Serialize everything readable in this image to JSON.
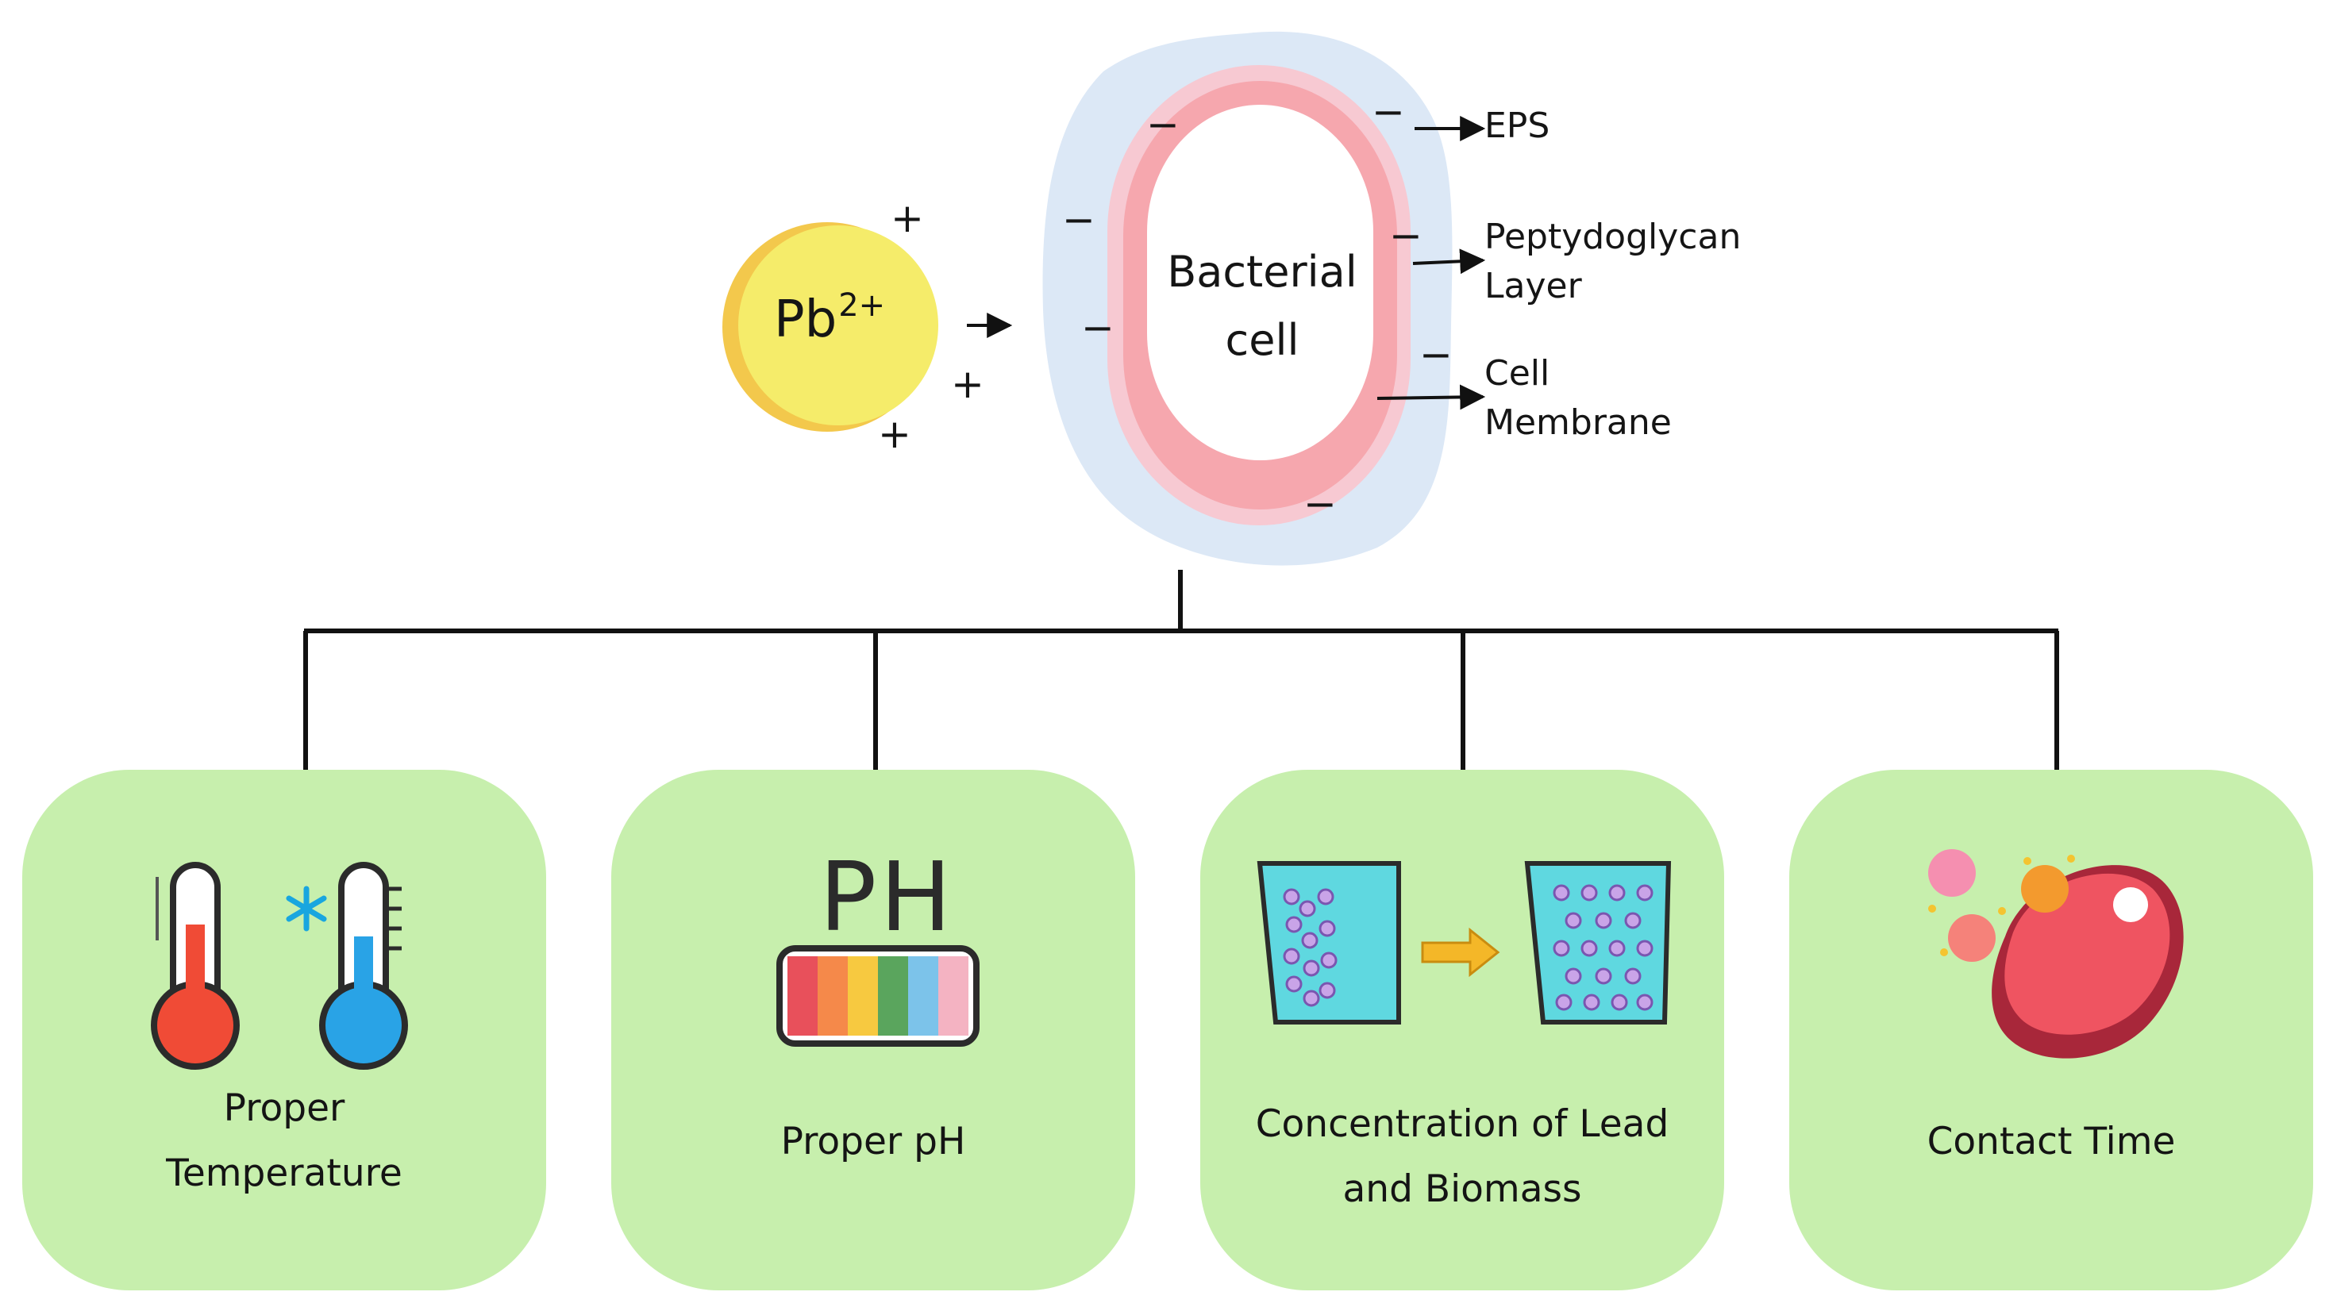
{
  "ion": {
    "symbol": "Pb",
    "charge": "2+",
    "charge_signs": [
      "+",
      "+",
      "+"
    ]
  },
  "cell": {
    "label_line1": "Bacterial",
    "label_line2": "cell",
    "negative_sign": "−",
    "layers": {
      "eps": "EPS",
      "peptidoglycan_line1": "Peptydoglycan",
      "peptidoglycan_line2": "Layer",
      "membrane_line1": "Cell",
      "membrane_line2": "Membrane"
    }
  },
  "factors": [
    {
      "line1": "Proper",
      "line2": "Temperature",
      "icon": "thermometer-icon"
    },
    {
      "line1": "Proper pH",
      "line2": "",
      "icon": "ph-scale-icon",
      "icon_text": "PH"
    },
    {
      "line1": "Concentration of Lead",
      "line2": "and Biomass",
      "icon": "beaker-icon"
    },
    {
      "line1": "Contact Time",
      "line2": "",
      "icon": "meat-bacteria-icon"
    }
  ],
  "colors": {
    "box_fill": "#c7efad",
    "eps_fill": "#dce8f6",
    "peptidoglycan_fill": "#f7c9d2",
    "membrane_fill": "#f6a7ae",
    "ion_fill": "#f5ec6a",
    "ion_shadow": "#f3c84c"
  }
}
